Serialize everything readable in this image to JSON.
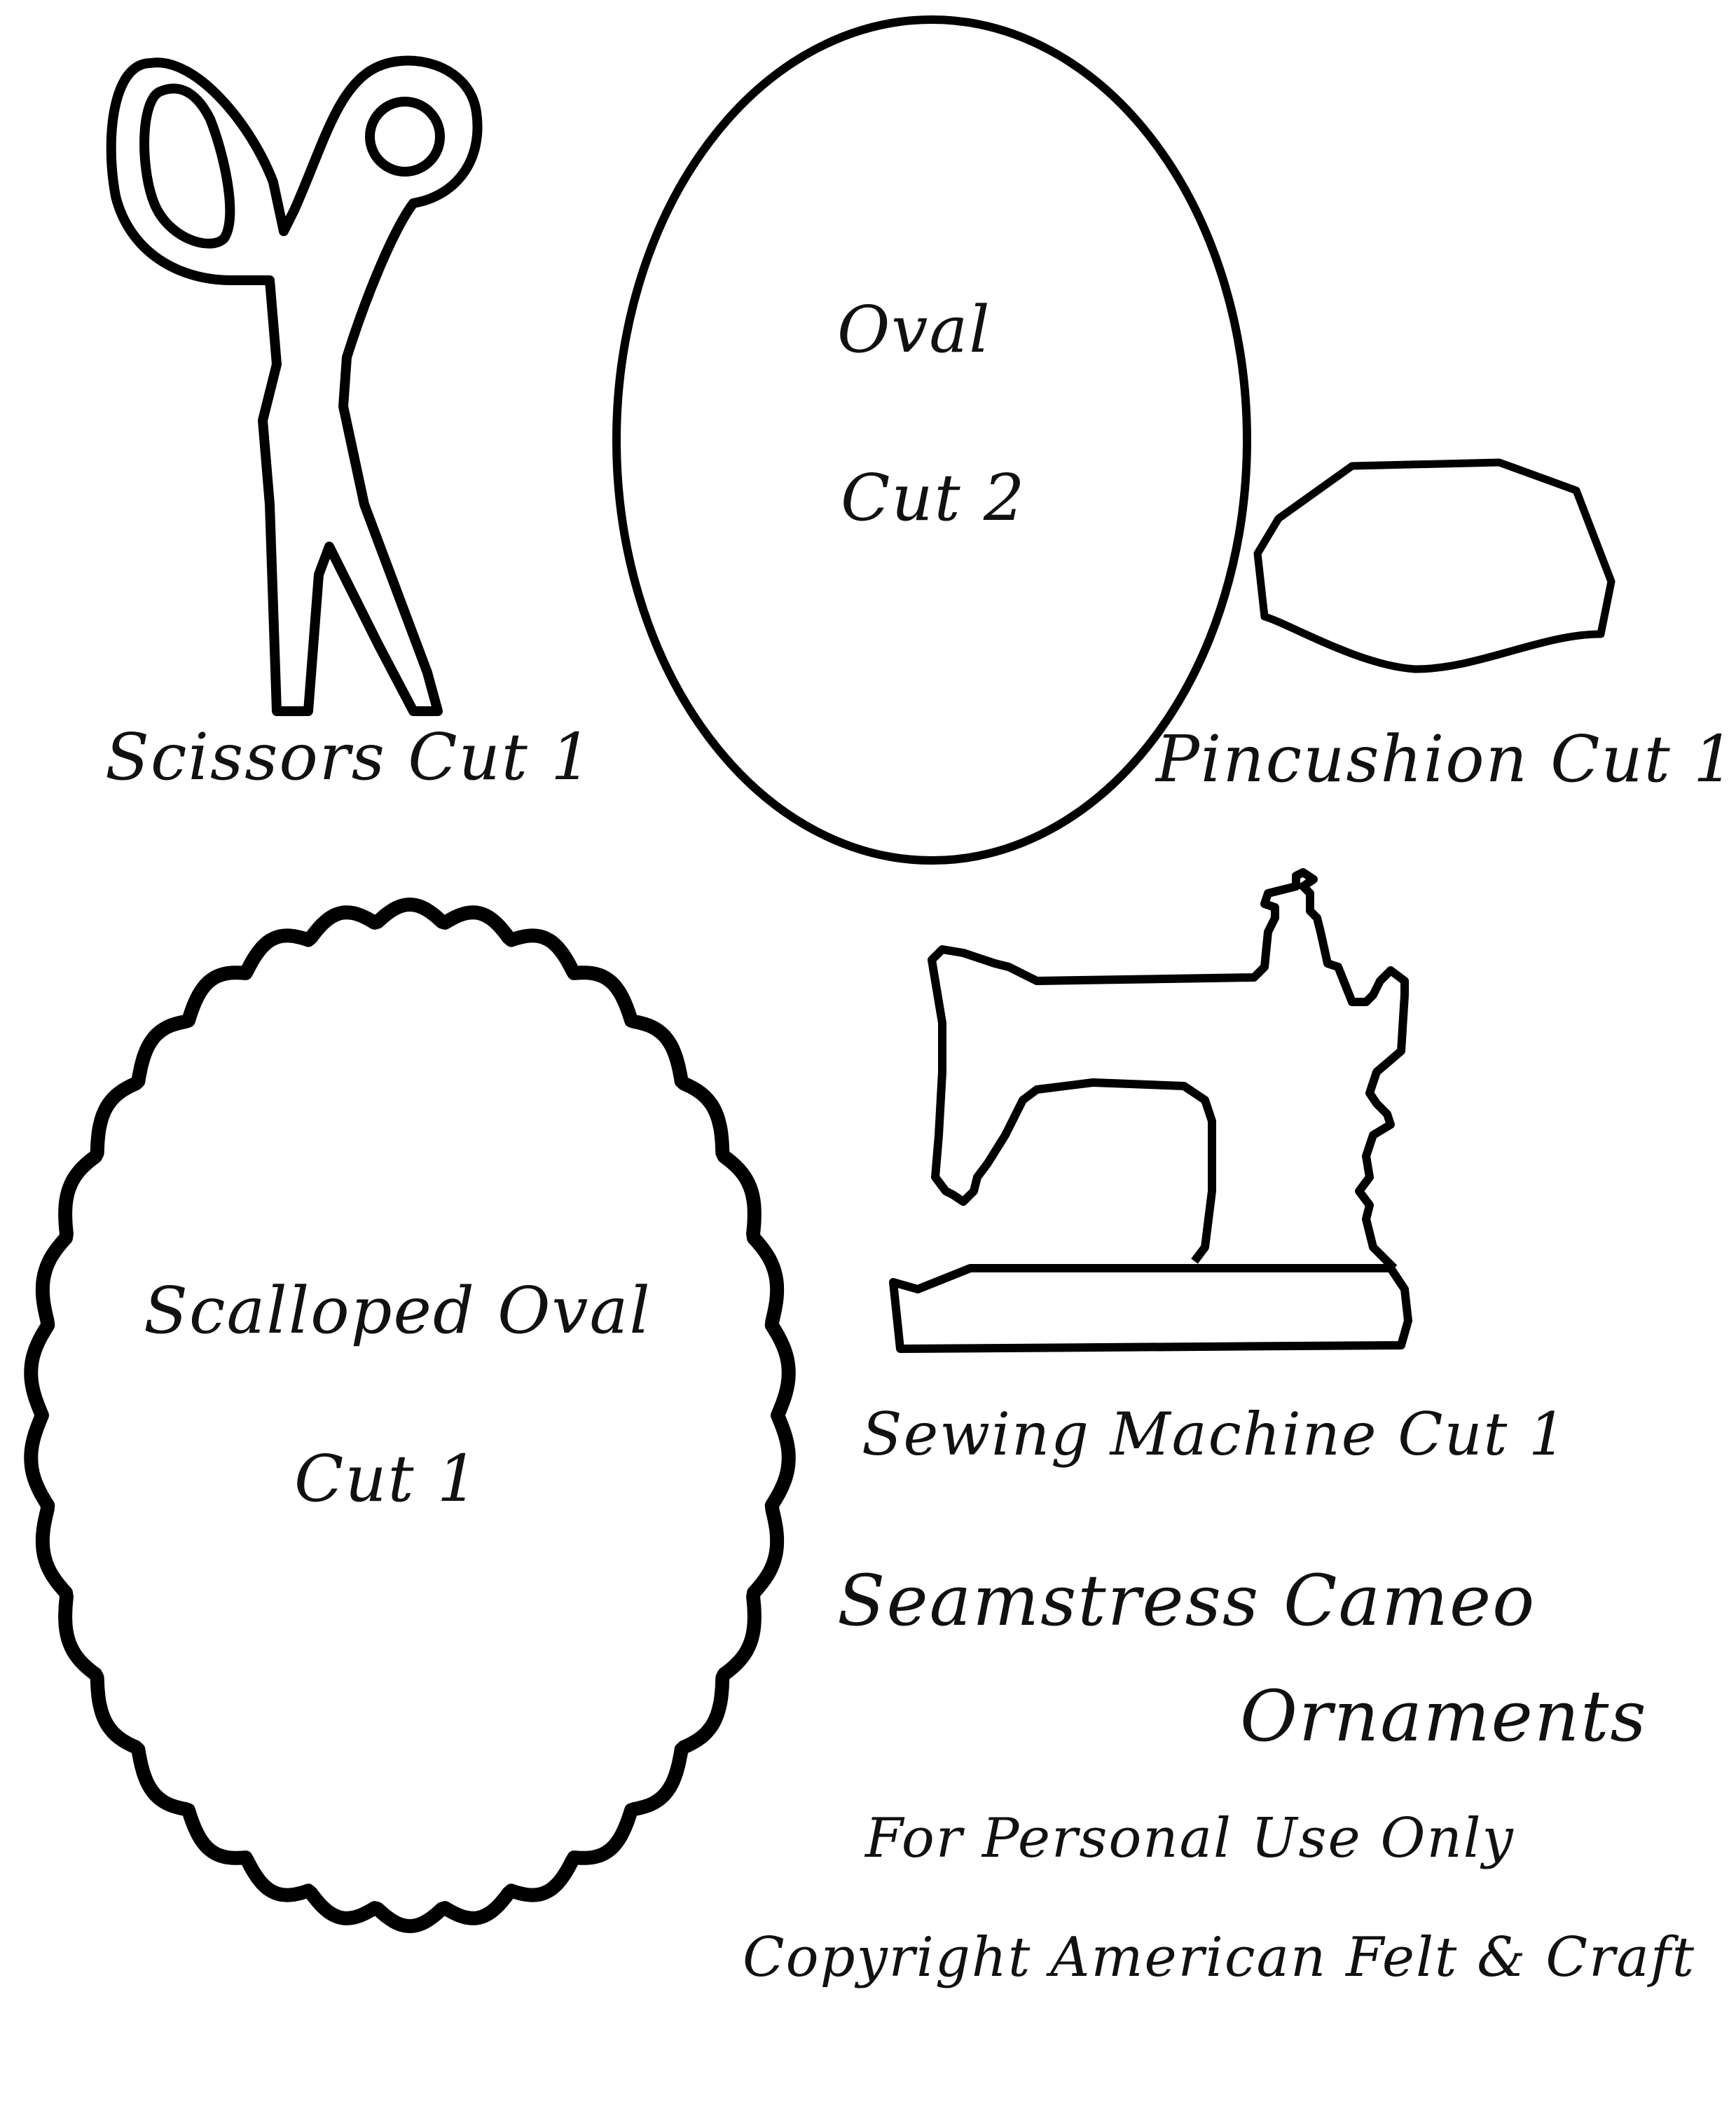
{
  "pieces": {
    "scissors": {
      "label": "Scissors Cut 1"
    },
    "oval": {
      "label_line1": "Oval",
      "label_line2": "Cut 2"
    },
    "pincushion": {
      "label": "Pincushion Cut 1"
    },
    "scalloped_oval": {
      "label_line1": "Scalloped Oval",
      "label_line2": "Cut 1"
    },
    "sewing_machine": {
      "label": "Sewing Machine Cut 1"
    }
  },
  "heading": {
    "line1": "Seamstress Cameo",
    "line2": "Ornaments"
  },
  "notice": "For Personal Use Only",
  "copyright": "Copyright American Felt & Craft",
  "colors": {
    "outline": "#000000",
    "background": "#ffffff"
  }
}
